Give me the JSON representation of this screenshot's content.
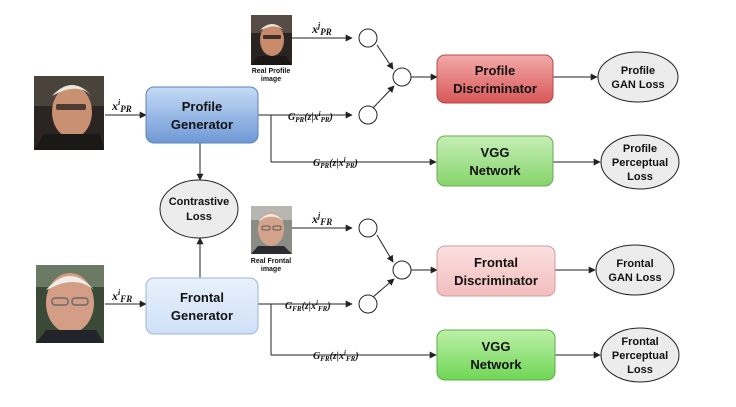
{
  "nodes": {
    "profile_generator": [
      "Profile",
      "Generator"
    ],
    "frontal_generator": [
      "Frontal",
      "Generator"
    ],
    "contrastive_loss": [
      "Contrastive",
      "Loss"
    ],
    "profile_discriminator": [
      "Profile",
      "Discriminator"
    ],
    "frontal_discriminator": [
      "Frontal",
      "Discriminator"
    ],
    "vgg_top": [
      "VGG",
      "Network"
    ],
    "vgg_bottom": [
      "VGG",
      "Network"
    ],
    "profile_gan_loss": [
      "Profile",
      "GAN Loss"
    ],
    "profile_perceptual_loss": [
      "Profile",
      "Perceptual",
      "Loss"
    ],
    "frontal_gan_loss": [
      "Frontal",
      "GAN Loss"
    ],
    "frontal_perceptual_loss": [
      "Frontal",
      "Perceptual",
      "Loss"
    ]
  },
  "captions": {
    "real_profile": [
      "Real Profile",
      "image"
    ],
    "real_frontal": [
      "Real Frontal",
      "image"
    ]
  },
  "edge_labels": {
    "x_pr": {
      "base": "x",
      "sup": "i",
      "sub": "PR"
    },
    "x_fr": {
      "base": "x",
      "sup": "i",
      "sub": "FR"
    },
    "xj_pr": {
      "base": "x",
      "sup": "j",
      "sub": "PR"
    },
    "xj_fr": {
      "base": "x",
      "sup": "j",
      "sub": "FR"
    },
    "g_pr_disc": {
      "pre": "G",
      "pre_sub": "PR",
      "mid": "(z|x",
      "sup": "i",
      "sub": "PR",
      "post": ")"
    },
    "g_pr_vgg": {
      "pre": "G",
      "pre_sub": "PR",
      "mid": "(z|x",
      "sup": "i",
      "sub": "PR",
      "post": ")"
    },
    "g_fr_disc": {
      "pre": "G",
      "pre_sub": "FR",
      "mid": "(z|x",
      "sup": "i",
      "sub": "FR",
      "post": ")"
    },
    "g_fr_vgg": {
      "pre": "G",
      "pre_sub": "FR",
      "mid": "(z|x",
      "sup": "i",
      "sub": "FR",
      "post": ")"
    }
  },
  "colors": {
    "generator_fill": "#c9dcf4",
    "generator_fill_top": "#7aa3dc",
    "frontal_generator_fill": "#dce9fa",
    "profile_discriminator_fill": "#e06a6a",
    "frontal_discriminator_fill": "#f5c7c7",
    "vgg_fill": "#8fd47a",
    "vgg_fill_light": "#a6e58f",
    "ellipse_fill": "#ececec"
  },
  "icons": {
    "photo_input_profile": "face-photo-icon",
    "photo_input_frontal": "face-photo-icon",
    "photo_real_profile": "face-photo-icon",
    "photo_real_frontal": "face-photo-icon"
  }
}
